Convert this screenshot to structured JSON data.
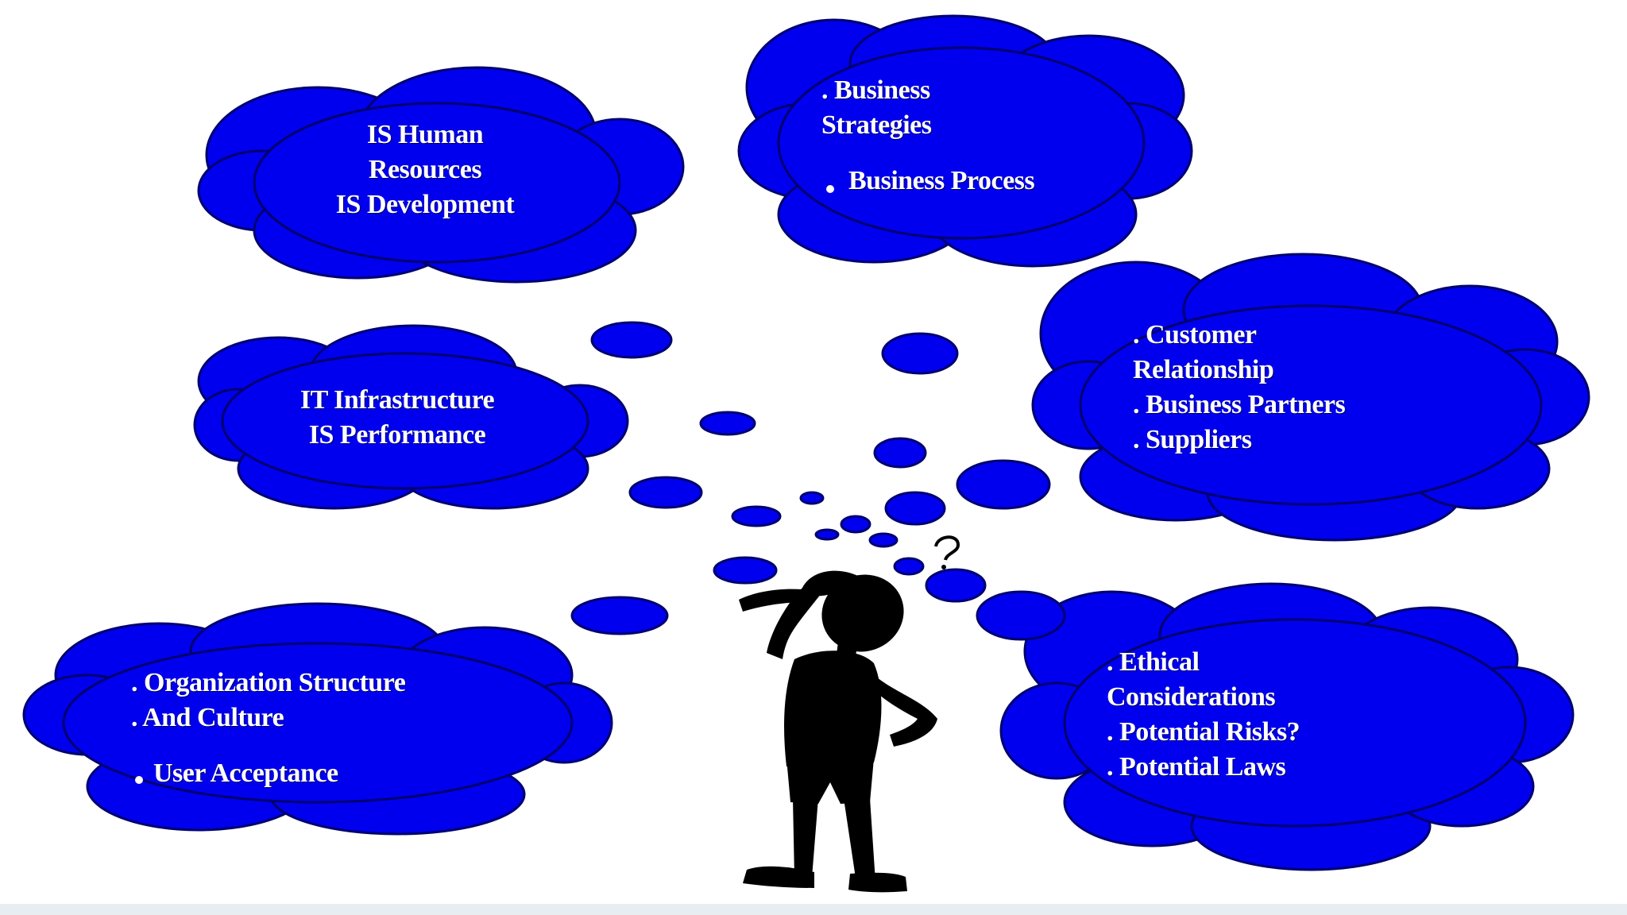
{
  "colors": {
    "cloud_fill": "#0000ee",
    "cloud_outline": "#00006e",
    "text": "#ffffff",
    "figure": "#000000",
    "background": "#ffffff"
  },
  "clouds": {
    "hr": {
      "lines": [
        "IS Human",
        "Resources",
        "IS Development"
      ]
    },
    "business": {
      "lines": [
        ". Business",
        "Strategies"
      ],
      "bullet_item": "Business Process"
    },
    "infra": {
      "lines": [
        "IT Infrastructure",
        "IS Performance"
      ]
    },
    "customer": {
      "lines": [
        ". Customer",
        "Relationship",
        ". Business Partners",
        ". Suppliers"
      ]
    },
    "org": {
      "lines": [
        ". Organization Structure",
        ". And Culture"
      ],
      "bullet_item": "User Acceptance"
    },
    "ethics": {
      "lines": [
        ". Ethical",
        "Considerations",
        ". Potential Risks?",
        ". Potential Laws"
      ]
    }
  },
  "figure": {
    "icon": "thinking-person-icon"
  }
}
